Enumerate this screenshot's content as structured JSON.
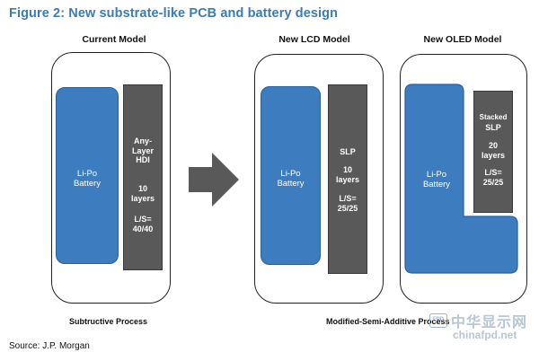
{
  "figure": {
    "title": "Figure 2: New substrate-like PCB and battery design"
  },
  "columns": {
    "current": "Current Model",
    "lcd": "New LCD Model",
    "oled": "New OLED Model"
  },
  "battery_label": "Li-Po\nBattery",
  "current_board": {
    "type": "Any-\nLayer\nHDI",
    "layers": "10\nlayers",
    "ls": "L/S=\n40/40"
  },
  "lcd_board": {
    "type": "SLP",
    "layers": "10\nlayers",
    "ls": "L/S=\n25/25"
  },
  "oled_board": {
    "prefix": "Stacked",
    "type": "SLP",
    "layers": "20\nlayers",
    "ls": "L/S=\n25/25"
  },
  "process": {
    "subtractive": "Subtructive Process",
    "msap": "Modified-Semi-Additive Process"
  },
  "source": "Source: J.P. Morgan",
  "watermark": {
    "cn": "中华显示网",
    "en": "chinafpd.net",
    "badge": "FPD"
  },
  "colors": {
    "title": "#3d7bb3",
    "battery": "#3e7cc0",
    "board": "#595959",
    "arrow": "#595959"
  }
}
